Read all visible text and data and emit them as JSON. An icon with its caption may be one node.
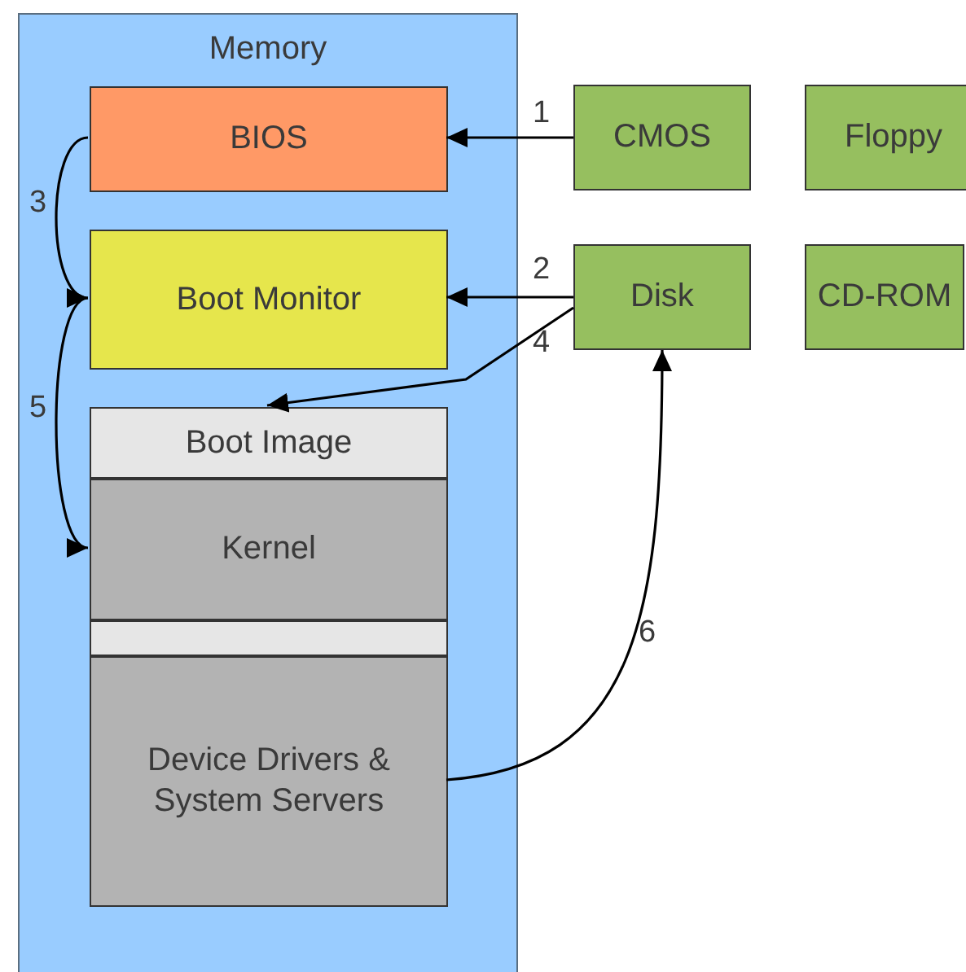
{
  "diagram": {
    "nodes": [
      {
        "text": [
          "Memory"
        ]
      },
      {
        "text": [
          "BIOS"
        ],
        "in": 0
      },
      {
        "text": [
          "Boot Monitor"
        ],
        "in": 0
      },
      {
        "text": [
          "Boot Image"
        ],
        "in": 0
      },
      {
        "text": [
          "Kernel"
        ],
        "in": 0
      },
      {
        "text": [],
        "shape": "box",
        "in": 0
      },
      {
        "text": [
          "Device Drivers & System Servers"
        ],
        "in": 0
      },
      {
        "text": [
          "CMOS"
        ]
      },
      {
        "text": [
          "Floppy"
        ]
      },
      {
        "text": [
          "Disk"
        ]
      },
      {
        "text": [
          "CD-ROM"
        ]
      }
    ],
    "edges": [
      {
        "from": 7,
        "to": 1,
        "arrow": "to",
        "label": "1"
      },
      {
        "from": 1,
        "to": 2,
        "arrow": "to",
        "label": "3"
      },
      {
        "from": 9,
        "to": 2,
        "arrow": "to",
        "label": "2"
      },
      {
        "from": 9,
        "to": 3,
        "arrow": "to",
        "label": "4"
      },
      {
        "from": 2,
        "to": 4,
        "arrow": "to",
        "label": "5"
      },
      {
        "from": 6,
        "to": 9,
        "arrow": "to",
        "label": "6"
      }
    ]
  }
}
